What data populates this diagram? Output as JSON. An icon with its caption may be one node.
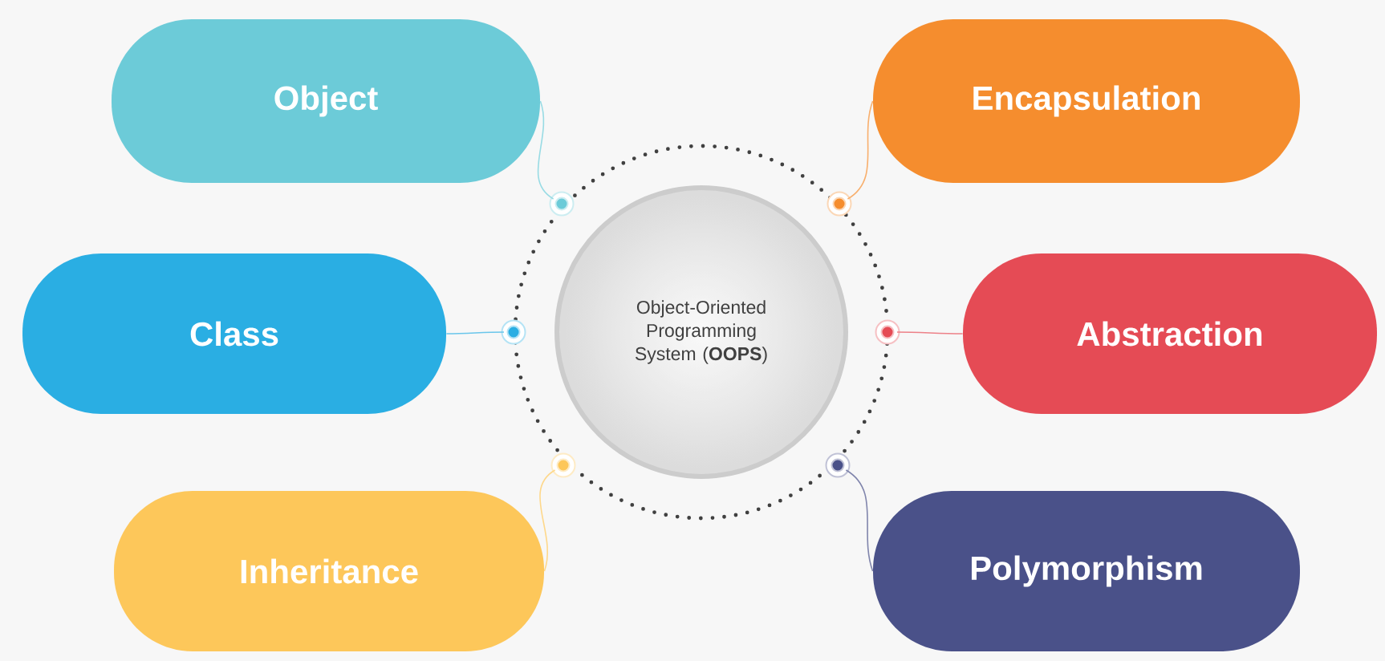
{
  "diagram": {
    "nodes": [
      {
        "text": [
          "Object"
        ]
      },
      {
        "text": [
          "Encapsulation"
        ]
      },
      {
        "text": [
          "Object-Oriented Programming System (**OOPS**)"
        ]
      },
      {
        "text": [
          "Class"
        ]
      },
      {
        "text": [
          "Abstraction"
        ]
      },
      {
        "text": [
          "Inheritance"
        ]
      },
      {
        "text": [
          "Polymorphism"
        ]
      },
      {
        "text": [],
        "shape": "circle"
      },
      {
        "text": [],
        "shape": "circle"
      },
      {
        "text": [],
        "shape": "circle"
      },
      {
        "text": [],
        "shape": "circle"
      },
      {
        "text": [],
        "shape": "circle"
      },
      {
        "text": [],
        "shape": "circle"
      }
    ],
    "edges": [
      {
        "from": 0,
        "to": 7,
        "arrow": "none",
        "color": "#98dbe4"
      },
      {
        "from": 1,
        "to": 8,
        "arrow": "none",
        "color": "#f8af6d"
      },
      {
        "from": 3,
        "to": 9,
        "arrow": "none",
        "color": "#6ac6eb"
      },
      {
        "from": 4,
        "to": 10,
        "arrow": "none",
        "color": "#ed8188"
      },
      {
        "from": 5,
        "to": 11,
        "arrow": "none",
        "color": "#fed88b"
      },
      {
        "from": 6,
        "to": 12,
        "arrow": "none",
        "color": "#8085ac"
      }
    ]
  }
}
